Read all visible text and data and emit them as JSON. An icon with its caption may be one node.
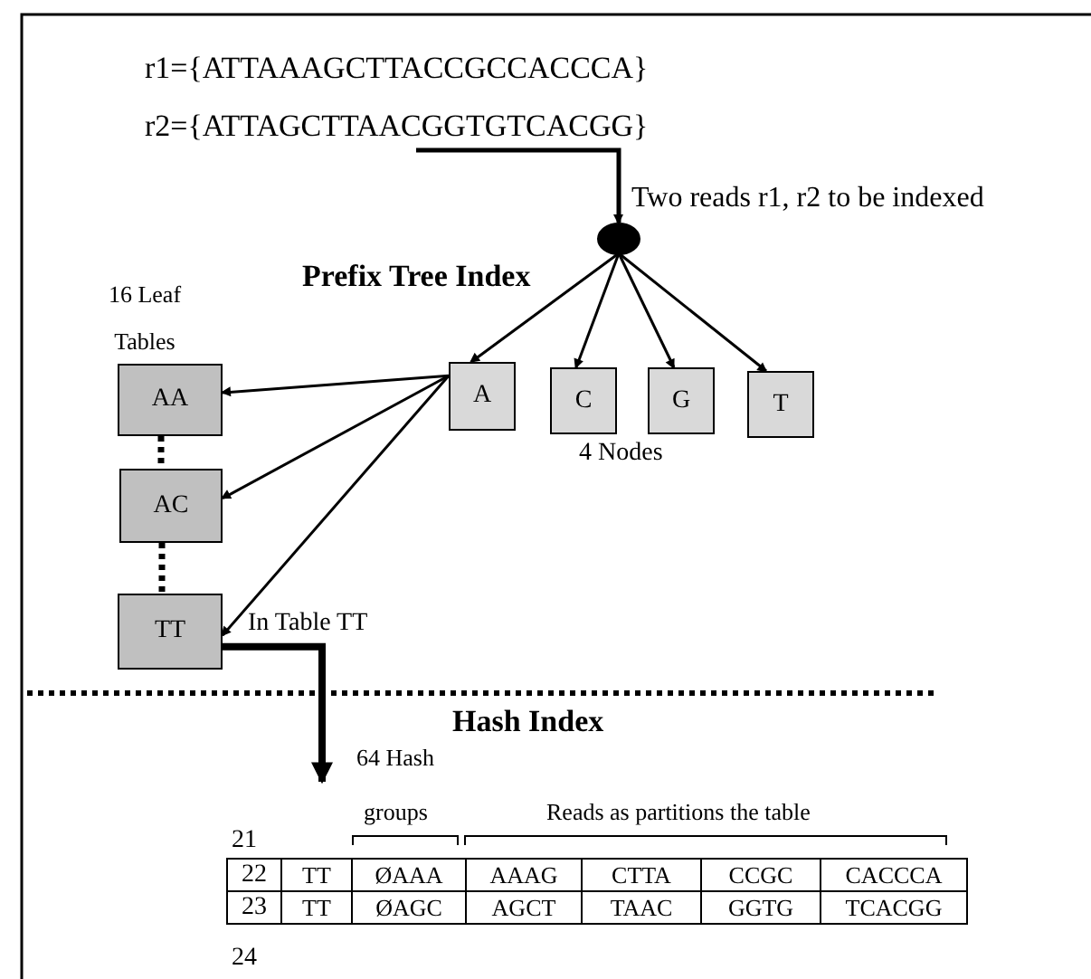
{
  "diagram": {
    "nodes": [
      {
        "text": [
          "r1={ATTAAAGCTTACCGCCACCCA}"
        ]
      },
      {
        "text": [
          "r2={ATTAGCTTAACGGTGTCACGG}"
        ]
      },
      {
        "text": [],
        "shape": "circle",
        "beside": [
          "Two reads r1, r2 to be indexed"
        ]
      },
      {
        "text": [
          "A"
        ]
      },
      {
        "text": [
          "C"
        ]
      },
      {
        "text": [
          "G"
        ]
      },
      {
        "text": [
          "T"
        ]
      },
      {
        "text": [
          "AA"
        ]
      },
      {
        "text": [
          "AC"
        ]
      },
      {
        "text": [
          "TT"
        ]
      }
    ],
    "edges": [
      {
        "from": 1,
        "to": 2,
        "arrow": "to"
      },
      {
        "from": 2,
        "to": 3,
        "arrow": "to"
      },
      {
        "from": 2,
        "to": 4,
        "arrow": "to"
      },
      {
        "from": 2,
        "to": 5,
        "arrow": "to"
      },
      {
        "from": 2,
        "to": 6,
        "arrow": "to"
      },
      {
        "from": 3,
        "to": 7,
        "arrow": "to"
      },
      {
        "from": 3,
        "to": 8,
        "arrow": "to"
      },
      {
        "from": 3,
        "to": 9,
        "arrow": "to"
      },
      {
        "from": 7,
        "to": 8,
        "arrow": "none",
        "style": "dashed"
      },
      {
        "from": 8,
        "to": 9,
        "arrow": "none",
        "style": "dashed"
      },
      {
        "from": 9,
        "to": null,
        "arrow": "to",
        "style": "thick",
        "label": "In Table TT"
      }
    ],
    "labels": [
      "16 Leaf Tables",
      "Prefix Tree Index",
      "4 Nodes",
      "Hash Index",
      "64 Hash",
      "groups",
      "Reads as partitions the table",
      "21",
      "22",
      "TT",
      "ØAAA",
      "AAAG",
      "CTTA",
      "CCGC",
      "CACCCA",
      "23",
      "TT",
      "ØAGC",
      "AGCT",
      "TAAC",
      "GGTG",
      "TCACGG",
      "24"
    ]
  }
}
